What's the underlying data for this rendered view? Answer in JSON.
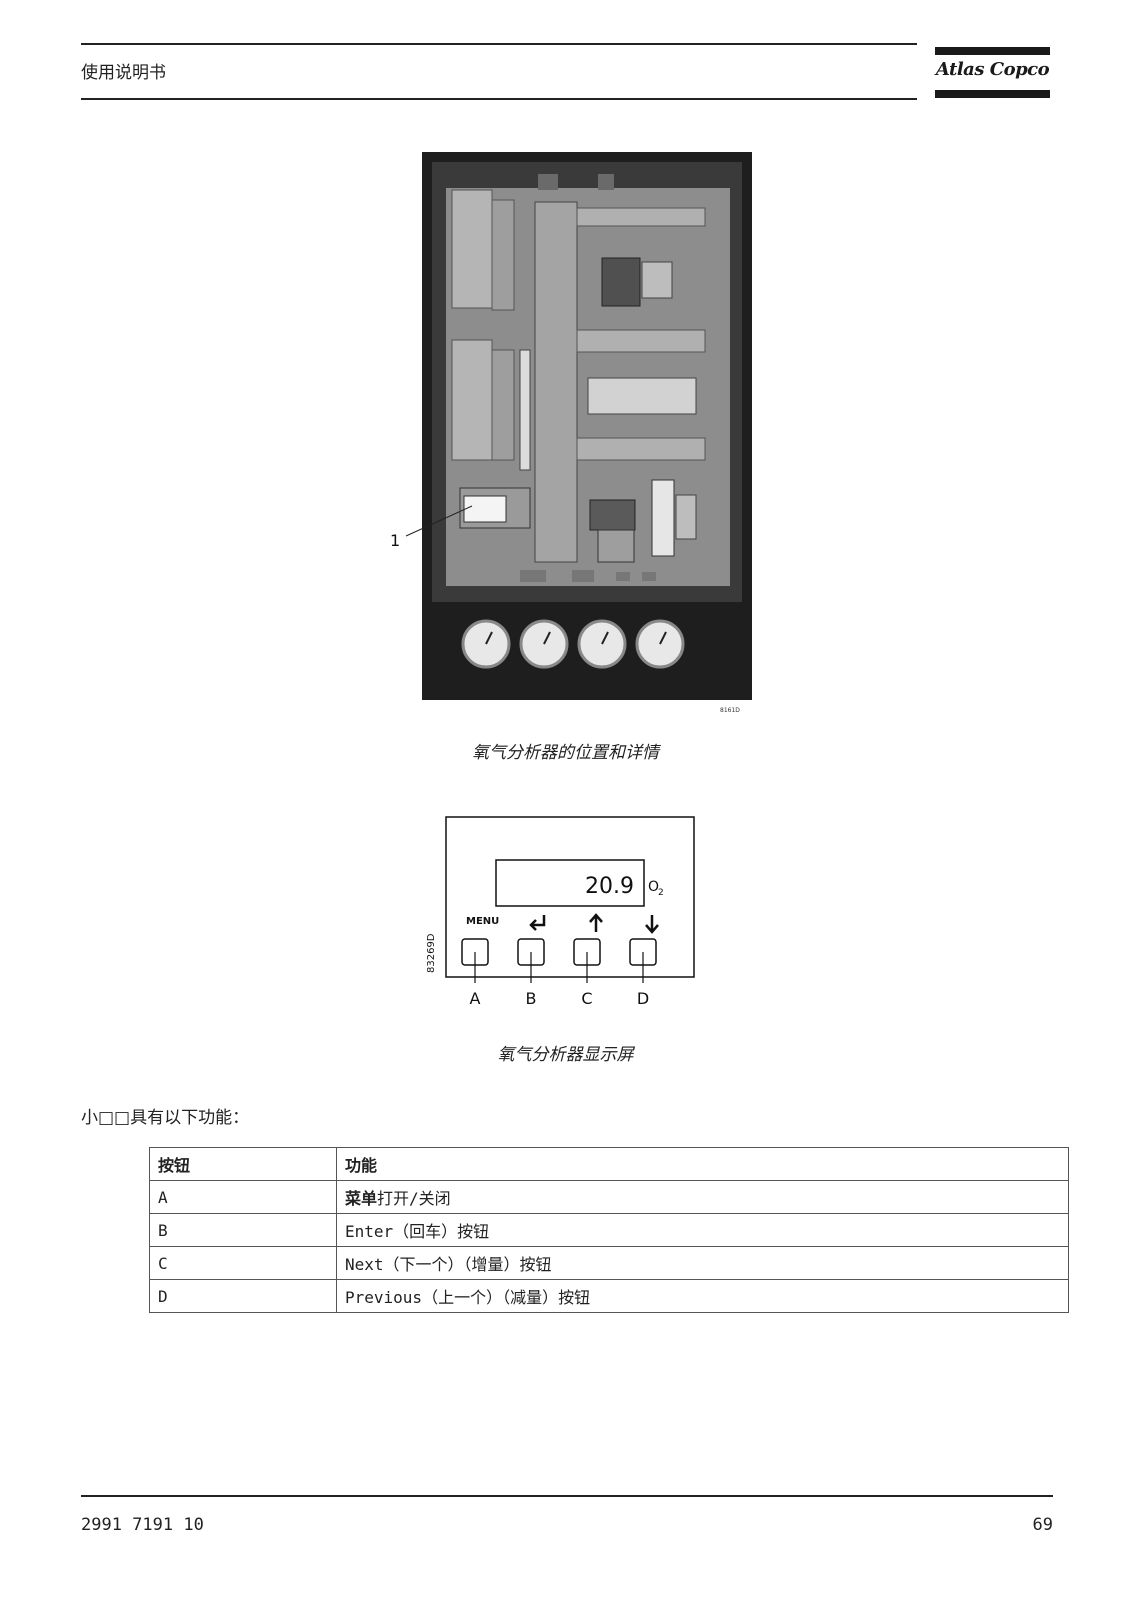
{
  "header": {
    "title": "使用说明书",
    "logo_text": "Atlas Copco"
  },
  "figure1": {
    "callout_label": "1",
    "image_code": "8161D",
    "caption": "氧气分析器的位置和详情"
  },
  "figure2": {
    "display_value": "20.9",
    "display_unit": "O",
    "display_unit_sub": "2",
    "menu_label": "MENU",
    "image_code": "83269D",
    "button_letters": [
      "A",
      "B",
      "C",
      "D"
    ],
    "caption": "氧气分析器显示屏"
  },
  "intro": "小□□具有以下功能：",
  "table": {
    "headers": [
      "按钮",
      "功能"
    ],
    "rows": [
      {
        "button": "A",
        "function_bold": "菜单",
        "function": "打开/关闭"
      },
      {
        "button": "B",
        "function_bold": "",
        "function": "Enter（回车）按钮"
      },
      {
        "button": "C",
        "function_bold": "",
        "function": "Next（下一个）（增量）按钮"
      },
      {
        "button": "D",
        "function_bold": "",
        "function": "Previous（上一个）（减量）按钮"
      }
    ]
  },
  "footer": {
    "doc_number": "2991 7191 10",
    "page_number": "69"
  }
}
